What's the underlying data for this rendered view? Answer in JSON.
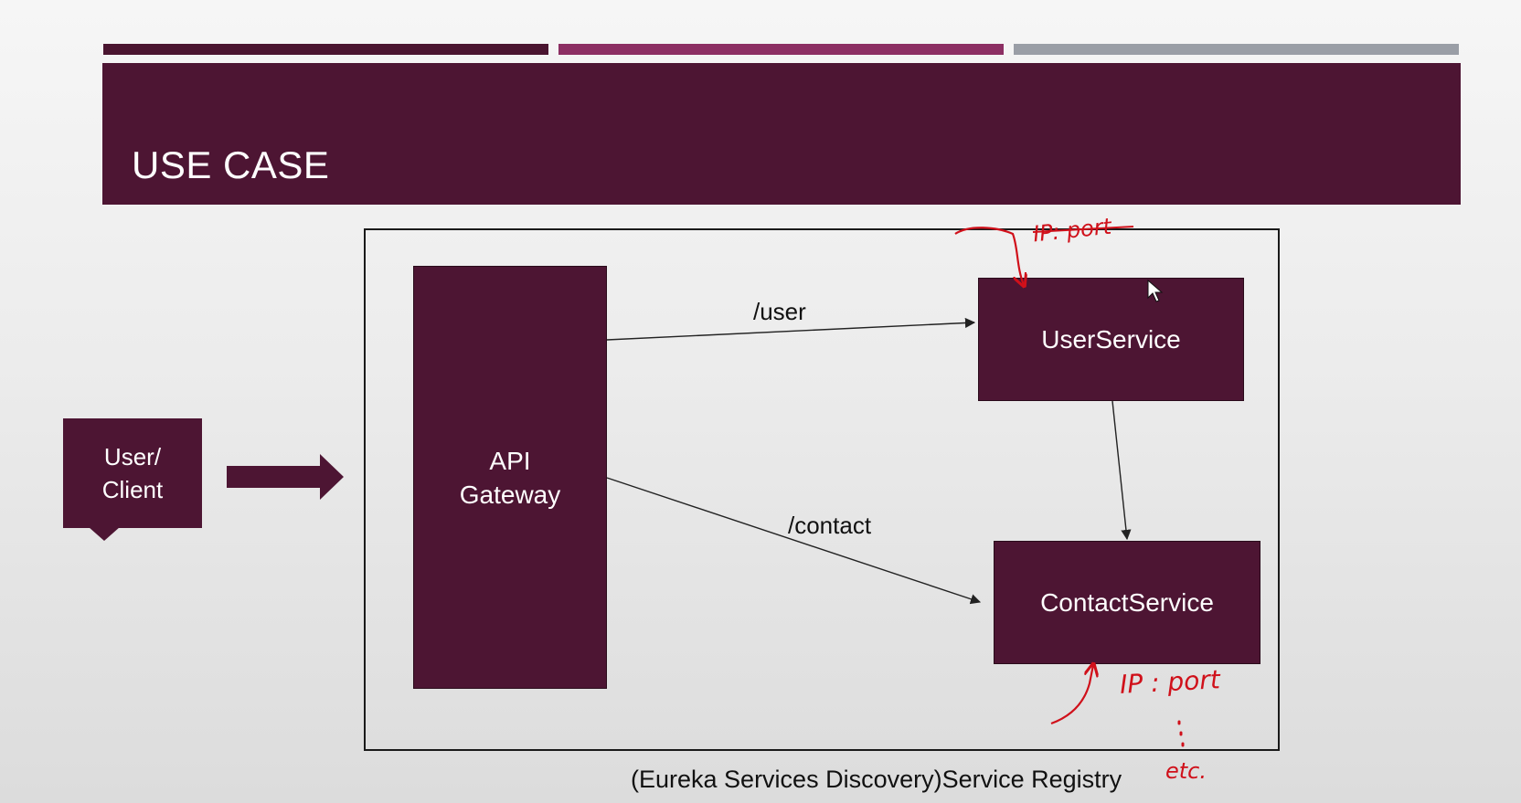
{
  "slide": {
    "title": "USE CASE",
    "caption": "(Eureka Services Discovery)Service Registry"
  },
  "nodes": {
    "client": "User/\nClient",
    "gateway": "API\nGateway",
    "user_service": "UserService",
    "contact_service": "ContactService"
  },
  "routes": {
    "user": "/user",
    "contact": "/contact"
  },
  "annotations": {
    "top": "IP: port",
    "bottom": "IP : port",
    "etc": "etc."
  },
  "colors": {
    "primary": "#4d1533",
    "accent": "#8c2f63",
    "neutral": "#9a9ea6",
    "annotation": "#d0101a"
  }
}
